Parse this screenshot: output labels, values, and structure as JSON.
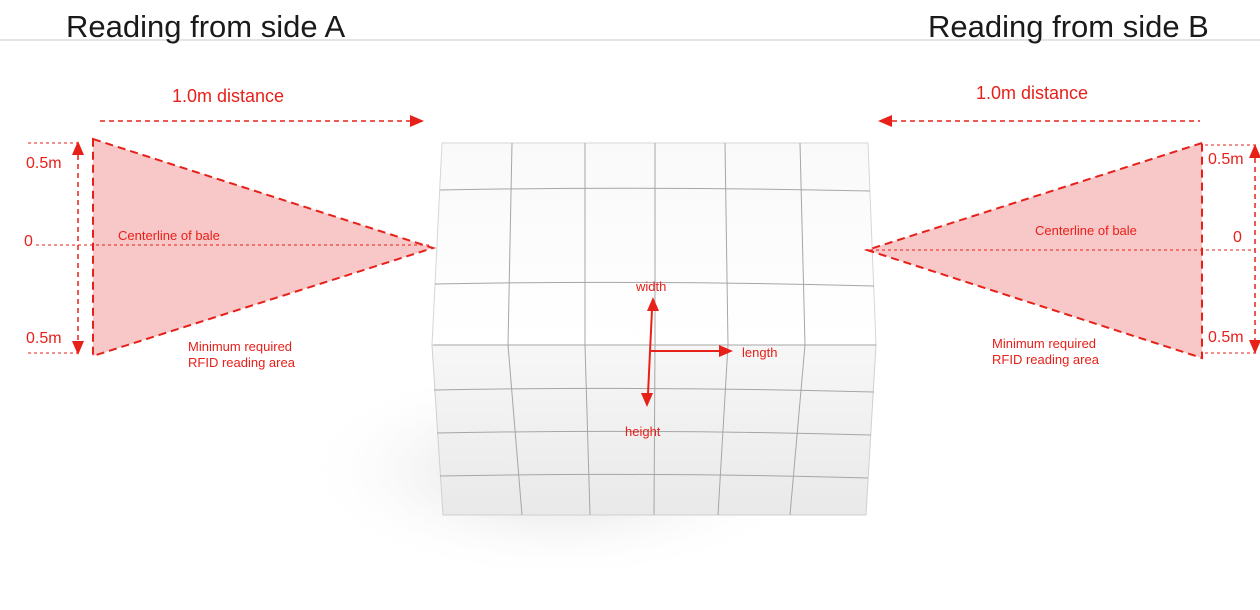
{
  "side_a": {
    "title": "Reading from side A",
    "distance_label": "1.0m distance",
    "top_label": "0.5m",
    "center_label": "0",
    "bottom_label": "0.5m",
    "centerline_label": "Centerline of bale",
    "area_label_line1": "Minimum required",
    "area_label_line2": "RFID reading area"
  },
  "side_b": {
    "title": "Reading from side B",
    "distance_label": "1.0m distance",
    "top_label": "0.5m",
    "center_label": "0",
    "bottom_label": "0.5m",
    "centerline_label": "Centerline of bale",
    "area_label_line1": "Minimum required",
    "area_label_line2": "RFID reading area"
  },
  "bale": {
    "width_label": "width",
    "length_label": "length",
    "height_label": "height"
  },
  "colors": {
    "accent": "#e8201a",
    "fill": "#f6b4b4",
    "bale_face": "#f4f4f4",
    "bale_edge": "#9a9a9a"
  }
}
